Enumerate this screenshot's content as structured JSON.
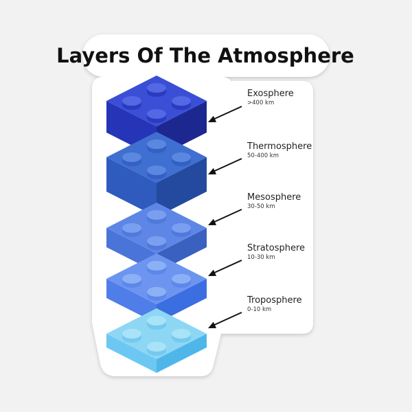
{
  "title": "Layers Of The Atmosphere",
  "layers": [
    {
      "name": "Exosphere",
      "range": ">400 km",
      "colors": {
        "top": "#3a4fd6",
        "left": "#2634b8",
        "right": "#1c2790",
        "stud_top": "#5468e6",
        "stud_side": "#2a3bbf"
      }
    },
    {
      "name": "Thermosphere",
      "range": "50-400 km",
      "colors": {
        "top": "#3f6fd0",
        "left": "#2e5bbd",
        "right": "#234a9e",
        "stud_top": "#5a88e0",
        "stud_side": "#3460c4"
      }
    },
    {
      "name": "Mesosphere",
      "range": "30-50 km",
      "colors": {
        "top": "#5e86e6",
        "left": "#4a74d8",
        "right": "#3a60c0",
        "stud_top": "#7b9ff0",
        "stud_side": "#5079dc"
      }
    },
    {
      "name": "Stratosphere",
      "range": "10-30 km",
      "colors": {
        "top": "#6d95f0",
        "left": "#4f7ee8",
        "right": "#3b6ee0",
        "stud_top": "#8cb0f6",
        "stud_side": "#5b88ea"
      }
    },
    {
      "name": "Troposphere",
      "range": "0-10 km",
      "colors": {
        "top": "#8ed7f4",
        "left": "#6cc8f2",
        "right": "#4fb6ea",
        "stud_top": "#a9e3f8",
        "stud_side": "#74c9ee"
      }
    }
  ],
  "colors": {
    "sticker_background": "#ffffff",
    "page_background": "#f2f2f2",
    "arrow": "#111111"
  }
}
